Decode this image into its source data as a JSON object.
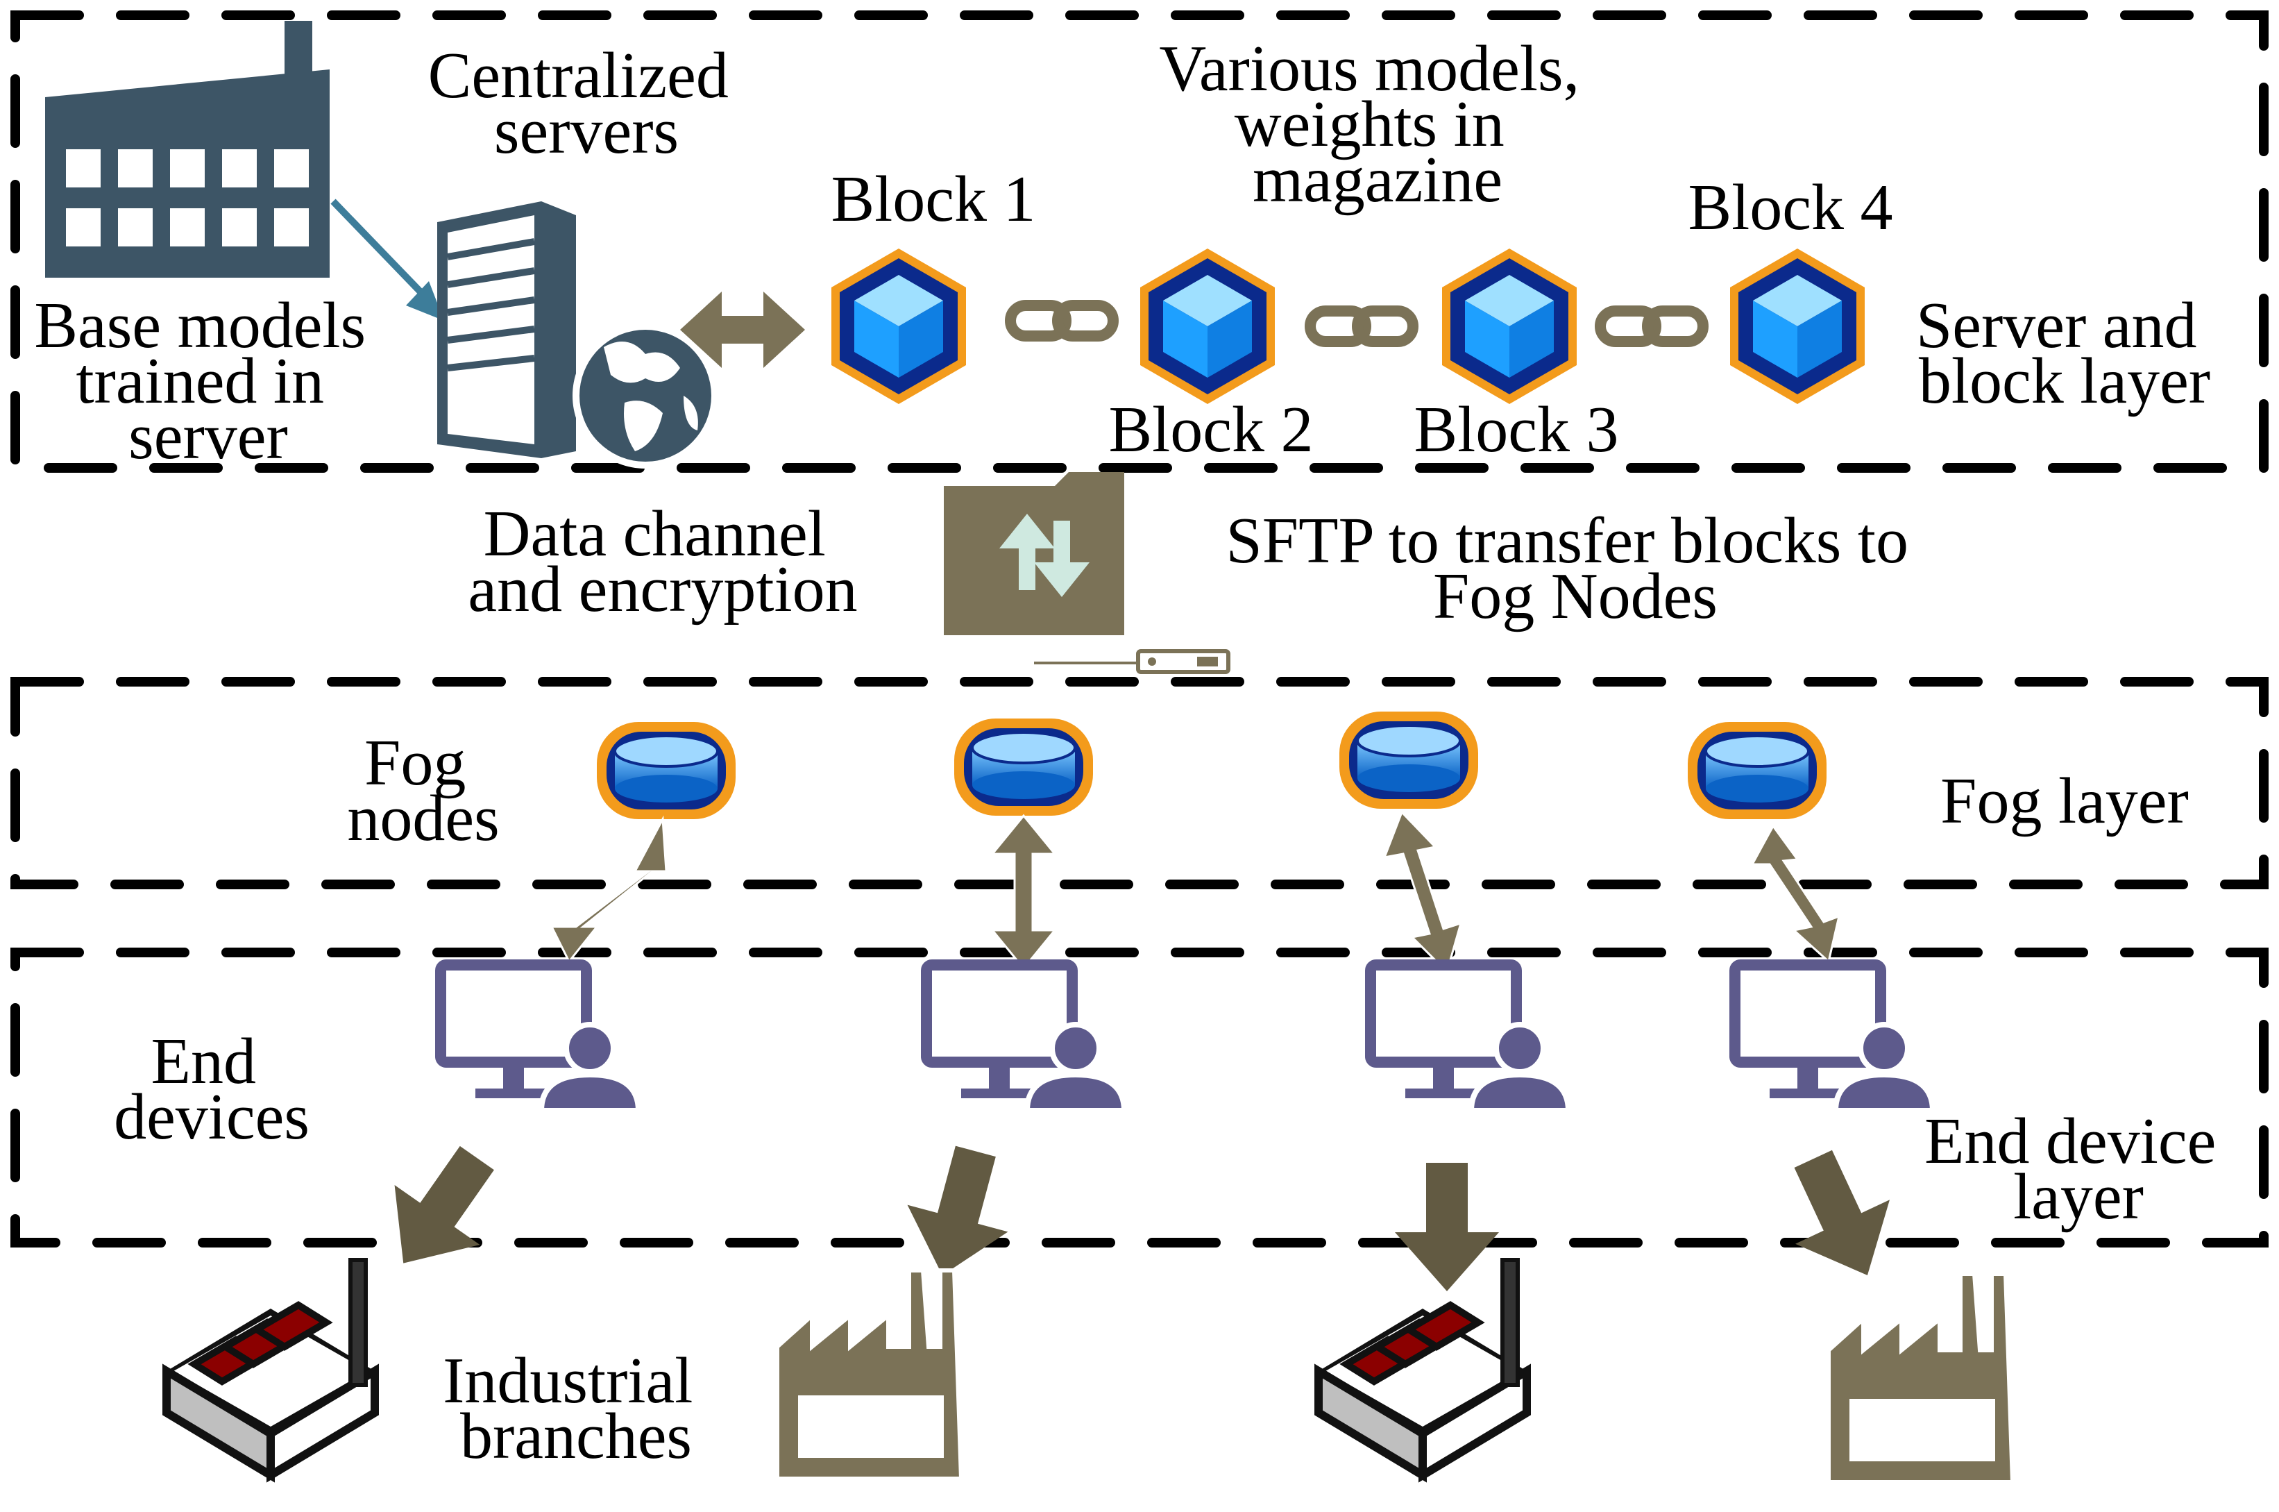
{
  "colors": {
    "factory_blue": "#3d5566",
    "hex_orange": "#f39b1c",
    "cube_blue": "#1e8be6",
    "arrow_olive": "#7b7257",
    "arrow_dark": "#625a42",
    "user_purple": "#5d5a8c",
    "brick_red": "#8b0000"
  },
  "server_layer": {
    "base_models_label": [
      "Base models",
      "trained in",
      "server"
    ],
    "servers_label": [
      "Centralized",
      "servers"
    ],
    "models_label": [
      "Various models,",
      "weights in",
      "magazine"
    ],
    "layer_label": [
      "Server and",
      "block layer"
    ],
    "blocks": [
      {
        "label": "Block 1"
      },
      {
        "label": "Block 2"
      },
      {
        "label": "Block 3"
      },
      {
        "label": "Block 4"
      }
    ]
  },
  "channel": {
    "data_label": [
      "Data channel",
      "and encryption"
    ],
    "sftp_label": [
      "SFTP to transfer blocks to",
      "Fog Nodes"
    ],
    "transfer_icon": "up-down-arrows-icon"
  },
  "fog_layer": {
    "nodes_label": [
      "Fog",
      "nodes"
    ],
    "layer_label": "Fog layer"
  },
  "end_layer": {
    "devices_label": [
      "End",
      "devices"
    ],
    "layer_label": [
      "End device",
      "layer"
    ]
  },
  "branches": {
    "label": [
      "Industrial",
      "branches"
    ]
  }
}
